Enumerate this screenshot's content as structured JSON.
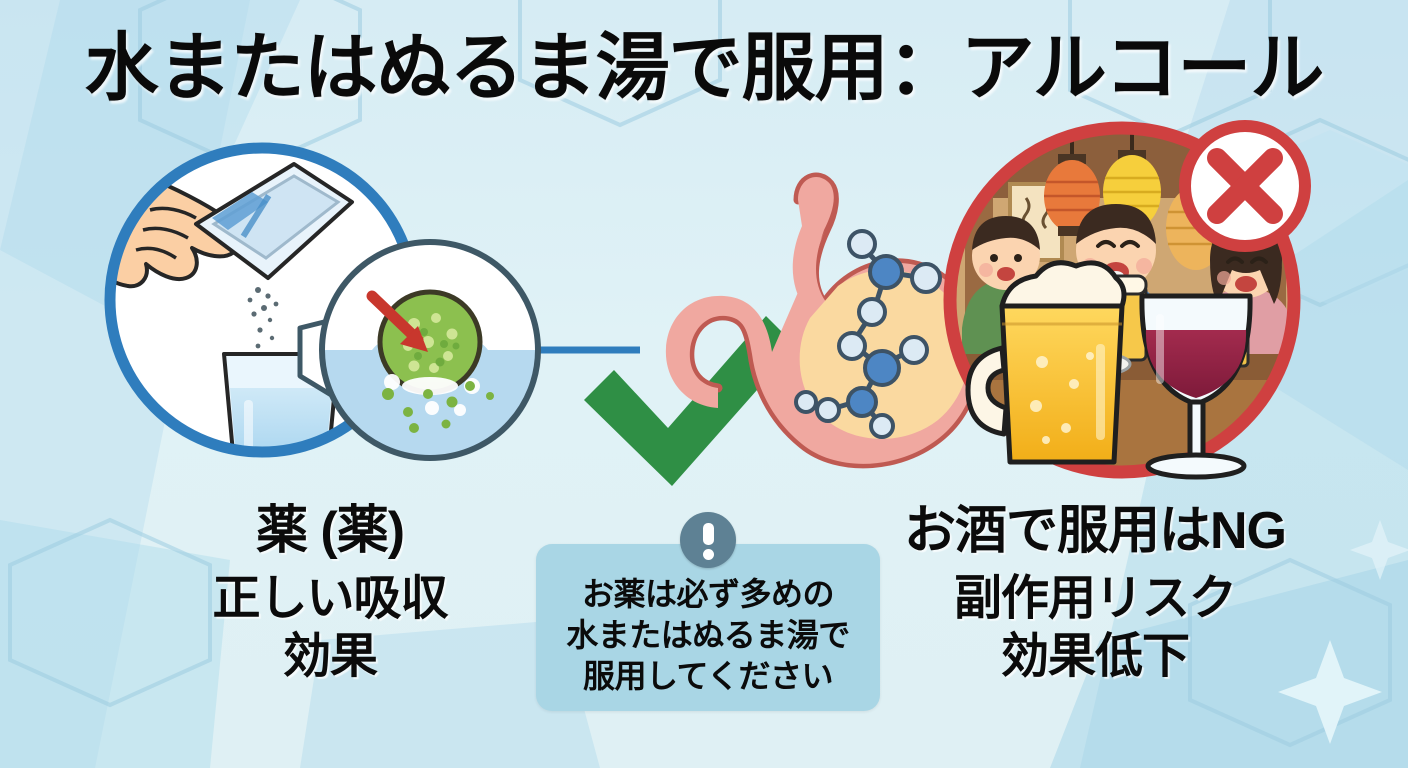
{
  "page": {
    "title": "水またはぬるま湯で服用：アルコール",
    "background_color": "#ddeff4",
    "accent_blue": "#2f7dbd",
    "accent_red": "#cf4040",
    "accent_green": "#2f8f45"
  },
  "left_panel": {
    "scene_name": "hand-pouring-powder-into-glass-of-water",
    "inset_name": "granule-dissolving-in-water-magnifier",
    "arrow_color": "#c8372d",
    "ring_color": "#2f7dbd",
    "caption_head": "薬 (薬)",
    "caption_lines": [
      "正しい吸収",
      "効果"
    ]
  },
  "center": {
    "check_mark": "green-check",
    "stomach_name": "stomach-with-absorbed-medicine-molecules",
    "icon": "exclamation-circle",
    "callout_lines": [
      "お薬は必ず多めの",
      "水またはぬるま湯で",
      "服用してください"
    ],
    "callout_bg": "#a9d6e5",
    "icon_bg": "#5e8194"
  },
  "right_panel": {
    "scene_name": "izakaya-drinking-party-with-beer-and-wine",
    "badge": "red-x-mark",
    "ring_color": "#cf4040",
    "caption_head": "お酒で服用はNG",
    "caption_lines": [
      "副作用リスク",
      "効果低下"
    ]
  }
}
